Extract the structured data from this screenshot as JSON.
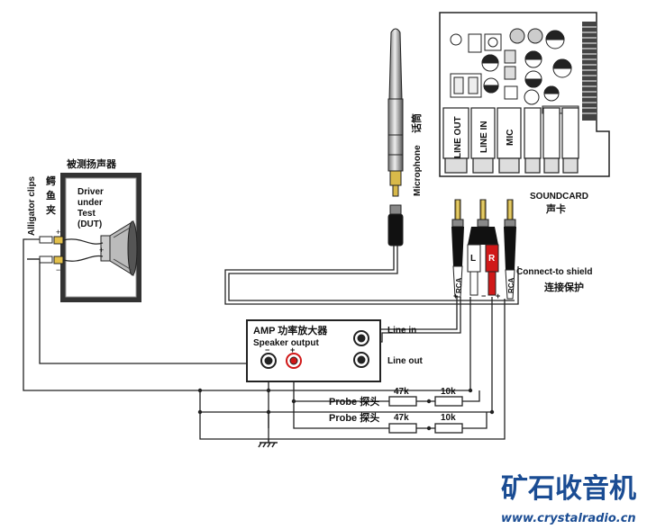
{
  "dut": {
    "title": "被测扬声器",
    "line1": "Driver",
    "line2": "under",
    "line3": "Test",
    "line4": "(DUT)"
  },
  "alligator": {
    "label": "Alligator clips",
    "cn1": "鳄",
    "cn2": "鱼",
    "cn3": "夹"
  },
  "microphone": {
    "label": "Microphone",
    "cn": "话筒"
  },
  "soundcard": {
    "label": "SOUNDCARD",
    "cn": "声卡",
    "jacks": [
      "LINE OUT",
      "LINE IN",
      "MIC"
    ]
  },
  "rca": {
    "left_label": "RCA",
    "right_label": "RCA",
    "L": "L",
    "R": "R",
    "plus": "+",
    "minus": "−"
  },
  "shield": {
    "label": "Connect-to shield",
    "cn": "连接保护"
  },
  "amp": {
    "title": "AMP 功率放大器",
    "subtitle": "Speaker output",
    "line_in": "Line in",
    "line_out": "Line out",
    "minus": "−",
    "plus": "+"
  },
  "probes": [
    {
      "label": "Probe 探头",
      "r1": "47k",
      "r2": "10k"
    },
    {
      "label": "Probe 探头",
      "r1": "47k",
      "r2": "10k"
    }
  ],
  "watermark": {
    "cn": "矿石收音机",
    "url": "www.crystalradio.cn"
  },
  "colors": {
    "line": "#222222",
    "red": "#d01818",
    "brand_blue": "#1a4c93"
  }
}
